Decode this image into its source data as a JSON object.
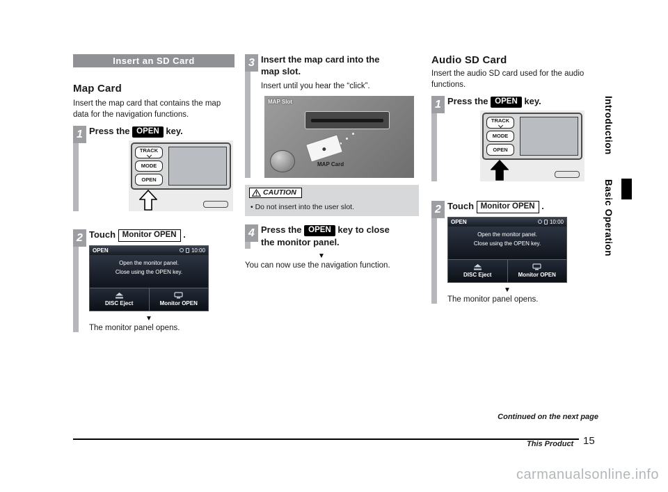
{
  "page": {
    "watermark": "carmanualsonline.info",
    "side_tabs": {
      "introduction": "Introduction",
      "basic_operation": "Basic Operation"
    },
    "footer": {
      "continued": "Continued on the next page",
      "product_label": "This Product",
      "page_number": "15"
    },
    "glyphs": {
      "down_marker": "▼"
    }
  },
  "panel": {
    "track": "TRACK",
    "mode": "MODE",
    "open": "OPEN"
  },
  "screen": {
    "header_left": "OPEN",
    "time": "10:00",
    "line1": "Open the monitor panel.",
    "line2": "Close using the OPEN key.",
    "disc_eject": "DISC Eject",
    "monitor_open": "Monitor OPEN"
  },
  "left": {
    "section_title": "Insert an SD Card",
    "heading": "Map Card",
    "intro": "Insert the map card that contains the map data for the navigation functions.",
    "step1": {
      "num": "1",
      "pre": "Press the",
      "key": "OPEN",
      "post": "key."
    },
    "step2": {
      "num": "2",
      "pre": "Touch",
      "key": "Monitor OPEN",
      "post": "."
    },
    "result": "The monitor panel opens."
  },
  "middle": {
    "step3": {
      "num": "3",
      "title": "Insert the map card into the map slot.",
      "note": "Insert until you hear the “click”."
    },
    "map": {
      "slot_label": "MAP Slot",
      "card_label": "MAP Card"
    },
    "caution": {
      "label": "CAUTION",
      "text": "• Do not insert into the user slot."
    },
    "step4": {
      "num": "4",
      "pre": "Press the",
      "key": "OPEN",
      "post": "key to close the monitor panel."
    },
    "result": "You can now use the navigation function."
  },
  "right": {
    "heading": "Audio SD Card",
    "intro": "Insert the audio SD card used for the audio functions.",
    "step1": {
      "num": "1",
      "pre": "Press the",
      "key": "OPEN",
      "post": "key."
    },
    "step2": {
      "num": "2",
      "pre": "Touch",
      "key": "Monitor OPEN",
      "post": "."
    },
    "result": "The monitor panel opens."
  },
  "colors": {
    "section_bar": "#8f9194",
    "caution_bg": "#d7d8d9",
    "step_bar": "#b5b7ba",
    "step_num_bg": "#9c9ea1"
  }
}
